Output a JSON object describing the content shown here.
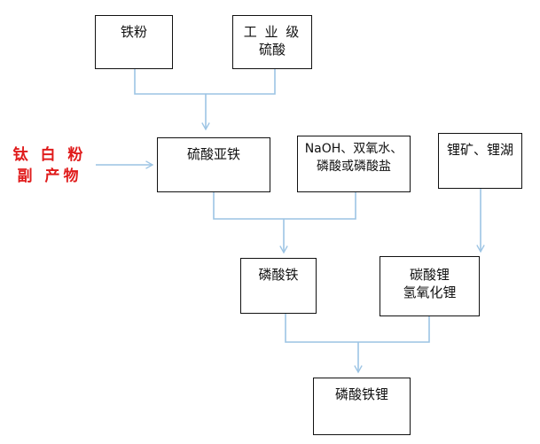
{
  "colors": {
    "connector": "#9CC4E4",
    "highlight_text": "#E01B1B",
    "box_border": "#111111",
    "text": "#111111"
  },
  "nodes": {
    "iron_powder": {
      "label": "铁粉"
    },
    "sulfuric_acid": {
      "line1": "工 业 级",
      "line2": "硫酸"
    },
    "byproduct": {
      "line1": "钛 白 粉",
      "line2": "副 产物"
    },
    "ferrous_sulfate": {
      "label": "硫酸亚铁"
    },
    "reagents": {
      "line1": "NaOH、双氧水、",
      "line2": "磷酸或磷酸盐"
    },
    "lithium_ore": {
      "label": "锂矿、锂湖"
    },
    "iron_phosphate": {
      "label": "磷酸铁"
    },
    "lithium_products": {
      "line1": "碳酸锂",
      "line2": "氢氧化锂"
    },
    "lfp": {
      "label": "磷酸铁锂"
    }
  }
}
